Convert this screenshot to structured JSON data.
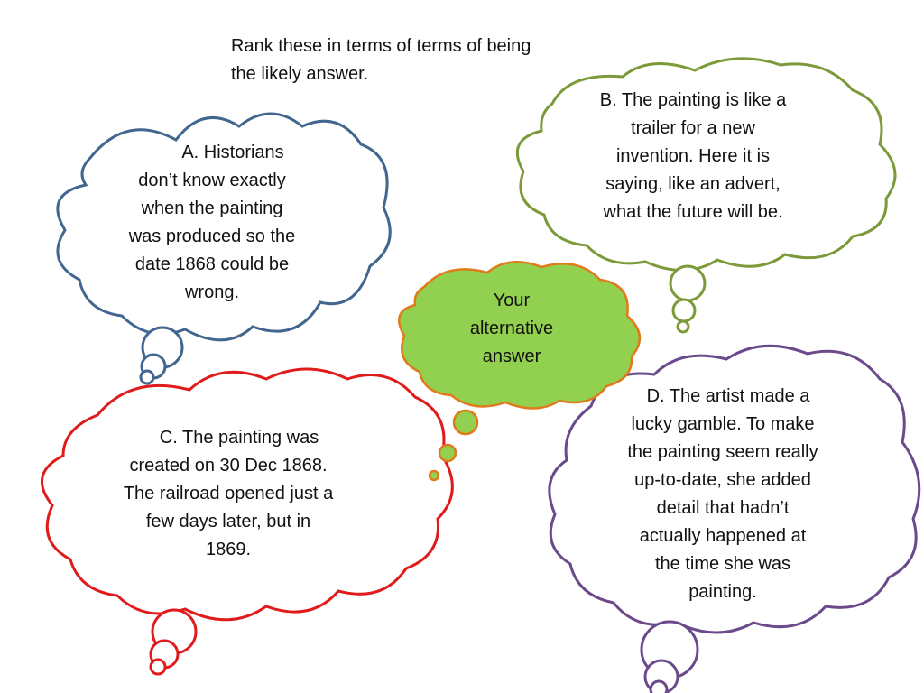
{
  "instruction": {
    "line1": "Rank these in terms of terms of being",
    "line2": "the likely answer."
  },
  "bubbles": {
    "a": {
      "color": "#41668f",
      "lines": [
        "A. Historians",
        "don’t know exactly",
        "when the painting",
        "was produced so the",
        "date 1868 could be",
        "wrong."
      ]
    },
    "b": {
      "color": "#7c9a3a",
      "lines": [
        "B. The painting is like a",
        "trailer for a new",
        "invention. Here it is",
        "saying, like an advert,",
        "what the future will be."
      ]
    },
    "c": {
      "color": "#e01b1b",
      "lines": [
        "C. The painting was",
        "created on 30 Dec 1868.",
        "The railroad opened just a",
        "few days later, but in",
        "1869."
      ]
    },
    "d": {
      "color": "#6a4a8a",
      "lines": [
        "D. The artist made a",
        "lucky gamble. To make",
        "the painting seem really",
        "up-to-date, she added",
        "detail that hadn’t",
        "actually happened at",
        "the  time she was",
        "painting."
      ]
    },
    "e": {
      "fill": "#92d050",
      "stroke": "#e07a1a",
      "lines": [
        "Your",
        "alternative",
        "answer"
      ]
    }
  }
}
